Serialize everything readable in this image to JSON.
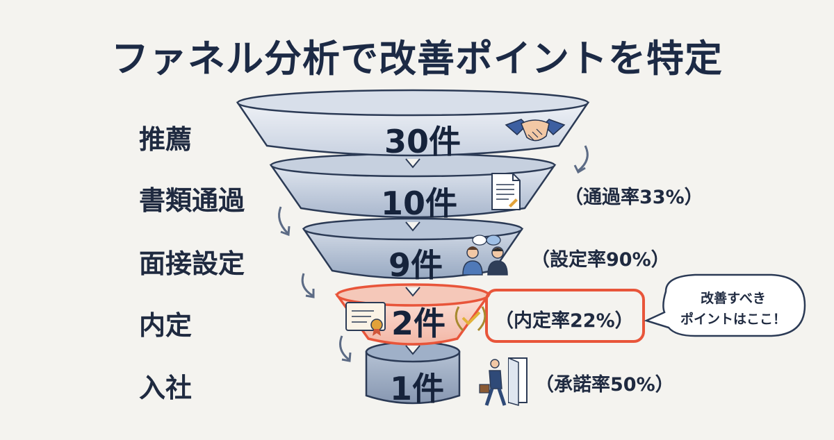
{
  "title": "ファネル分析で改善ポイントを特定",
  "stages": [
    {
      "label": "推薦",
      "count": "30件",
      "rate": "",
      "icon": "handshake-icon"
    },
    {
      "label": "書類通過",
      "count": "10件",
      "rate": "（通過率33%）",
      "icon": "document-icon"
    },
    {
      "label": "面接設定",
      "count": "9件",
      "rate": "（設定率90%）",
      "icon": "interview-icon"
    },
    {
      "label": "内定",
      "count": "2件",
      "rate": "（内定率22%）",
      "icon": "certificate-icon"
    },
    {
      "label": "入社",
      "count": "1件",
      "rate": "（承諾率50%）",
      "icon": "walking-person-door-icon"
    }
  ],
  "callout": {
    "line1": "改善すべき",
    "line2": "ポイントはここ！"
  },
  "colors": {
    "background": "#f4f3ef",
    "funnel_dark": "#8fa0bd",
    "funnel_light": "#dfe5ef",
    "highlight": "#e8553a",
    "highlight_fill": "#f7cfc3",
    "text": "#1e2b44"
  }
}
